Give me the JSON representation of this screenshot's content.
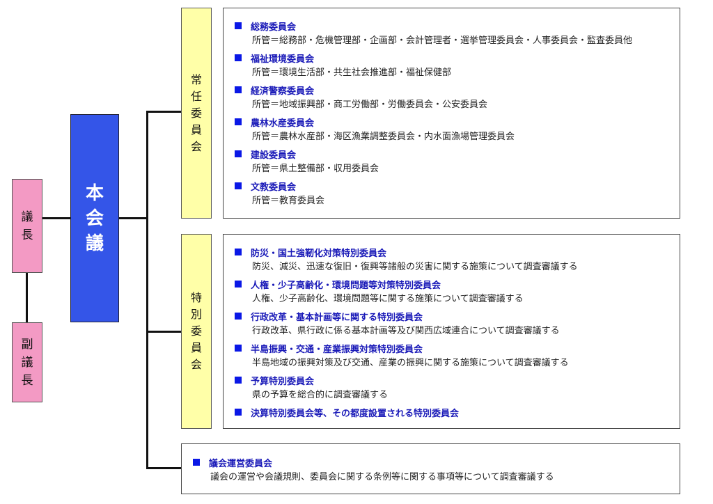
{
  "chair": [
    "議",
    "長"
  ],
  "vice_chair": [
    "副",
    "議",
    "長"
  ],
  "plenary": [
    "本",
    "会",
    "議"
  ],
  "standing": {
    "label": [
      "常",
      "任",
      "委",
      "員",
      "会"
    ],
    "items": [
      {
        "title": "総務委員会",
        "desc": "所管＝総務部・危機管理部・企画部・会計管理者・選挙管理委員会・人事委員会・監査委員他"
      },
      {
        "title": "福祉環境委員会",
        "desc": "所管＝環境生活部・共生社会推進部・福祉保健部"
      },
      {
        "title": "経済警察委員会",
        "desc": "所管＝地域振興部・商工労働部・労働委員会・公安委員会"
      },
      {
        "title": "農林水産委員会",
        "desc": "所管＝農林水産部・海区漁業調整委員会・内水面漁場管理委員会"
      },
      {
        "title": "建設委員会",
        "desc": "所管＝県土整備部・収用委員会"
      },
      {
        "title": "文教委員会",
        "desc": "所管＝教育委員会"
      }
    ]
  },
  "special": {
    "label": [
      "特",
      "別",
      "委",
      "員",
      "会"
    ],
    "items": [
      {
        "title": "防災・国土強靭化対策特別委員会",
        "desc": "防災、減災、迅速な復旧・復興等諸般の災害に関する施策について調査審議する"
      },
      {
        "title": "人権・少子高齢化・環境問題等対策特別委員会",
        "desc": "人権、少子高齢化、環境問題等に関する施策について調査審議する"
      },
      {
        "title": "行政改革・基本計画等に関する特別委員会",
        "desc": "行政改革、県行政に係る基本計画等及び関西広域連合について調査審議する"
      },
      {
        "title": "半島振興・交通・産業振興対策特別委員会",
        "desc": "半島地域の振興対策及び交通、産業の振興に関する施策について調査審議する"
      },
      {
        "title": "予算特別委員会",
        "desc": "県の予算を総合的に調査審議する"
      },
      {
        "title": "決算特別委員会等、その都度設置される特別委員会"
      }
    ]
  },
  "steering": {
    "title": "議会運営委員会",
    "desc": "議会の運営や会議規則、委員会に関する条例等に関する事項等について調査審議する"
  }
}
